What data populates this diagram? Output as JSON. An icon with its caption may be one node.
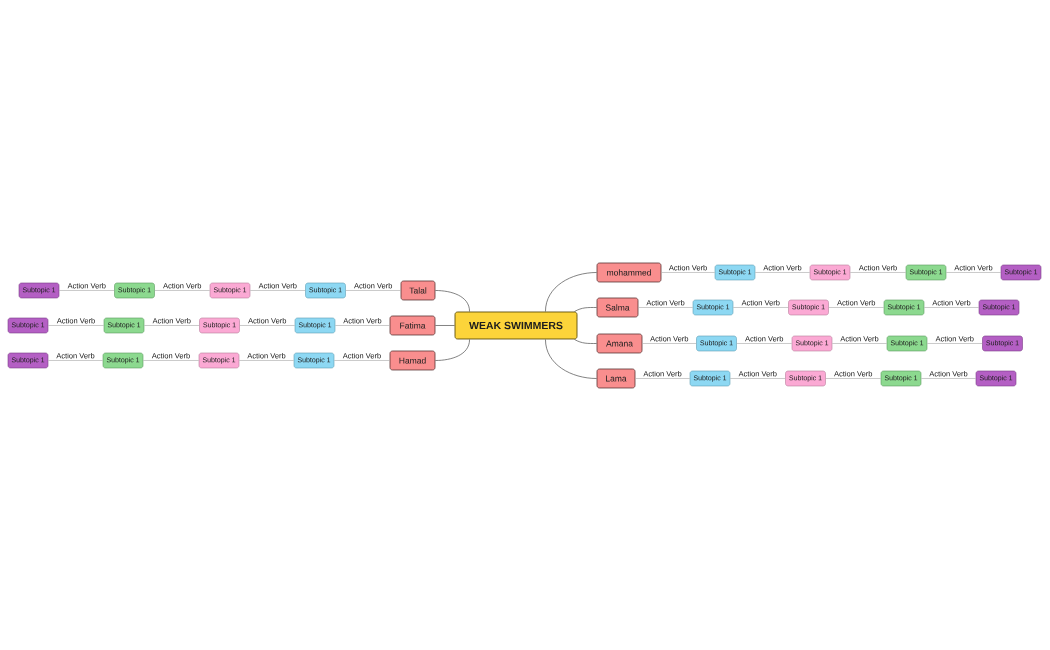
{
  "diagram": {
    "nodes": [
      {
        "text": [
          "WEAK SWIMMERS"
        ]
      },
      {
        "text": [
          "Talal"
        ]
      },
      {
        "text": [
          "Subtopic 1"
        ]
      },
      {
        "text": [
          "Subtopic 1"
        ]
      },
      {
        "text": [
          "Subtopic 1"
        ]
      },
      {
        "text": [
          "Subtopic 1"
        ]
      },
      {
        "text": [
          "Fatima"
        ]
      },
      {
        "text": [
          "Subtopic 1"
        ]
      },
      {
        "text": [
          "Subtopic 1"
        ]
      },
      {
        "text": [
          "Subtopic 1"
        ]
      },
      {
        "text": [
          "Subtopic 1"
        ]
      },
      {
        "text": [
          "Hamad"
        ]
      },
      {
        "text": [
          "Subtopic 1"
        ]
      },
      {
        "text": [
          "Subtopic 1"
        ]
      },
      {
        "text": [
          "Subtopic 1"
        ]
      },
      {
        "text": [
          "Subtopic 1"
        ]
      },
      {
        "text": [
          "mohammed"
        ]
      },
      {
        "text": [
          "Subtopic 1"
        ]
      },
      {
        "text": [
          "Subtopic 1"
        ]
      },
      {
        "text": [
          "Subtopic 1"
        ]
      },
      {
        "text": [
          "Subtopic 1"
        ]
      },
      {
        "text": [
          "Salma"
        ]
      },
      {
        "text": [
          "Subtopic 1"
        ]
      },
      {
        "text": [
          "Subtopic 1"
        ]
      },
      {
        "text": [
          "Subtopic 1"
        ]
      },
      {
        "text": [
          "Subtopic 1"
        ]
      },
      {
        "text": [
          "Amana"
        ]
      },
      {
        "text": [
          "Subtopic 1"
        ]
      },
      {
        "text": [
          "Subtopic 1"
        ]
      },
      {
        "text": [
          "Subtopic 1"
        ]
      },
      {
        "text": [
          "Subtopic 1"
        ]
      },
      {
        "text": [
          "Lama"
        ]
      },
      {
        "text": [
          "Subtopic 1"
        ]
      },
      {
        "text": [
          "Subtopic 1"
        ]
      },
      {
        "text": [
          "Subtopic 1"
        ]
      },
      {
        "text": [
          "Subtopic 1"
        ]
      }
    ],
    "edges": [
      {
        "from": 0,
        "to": 1,
        "arrow": "none",
        "color": "#4d4d4d"
      },
      {
        "from": 1,
        "to": 2,
        "arrow": "none",
        "label": "Action Verb"
      },
      {
        "from": 2,
        "to": 3,
        "arrow": "none",
        "label": "Action Verb"
      },
      {
        "from": 3,
        "to": 4,
        "arrow": "none",
        "label": "Action Verb"
      },
      {
        "from": 4,
        "to": 5,
        "arrow": "none",
        "label": "Action Verb"
      },
      {
        "from": 0,
        "to": 6,
        "arrow": "none",
        "color": "#4d4d4d"
      },
      {
        "from": 6,
        "to": 7,
        "arrow": "none",
        "label": "Action Verb"
      },
      {
        "from": 7,
        "to": 8,
        "arrow": "none",
        "label": "Action Verb"
      },
      {
        "from": 8,
        "to": 9,
        "arrow": "none",
        "label": "Action Verb"
      },
      {
        "from": 9,
        "to": 10,
        "arrow": "none",
        "label": "Action Verb"
      },
      {
        "from": 0,
        "to": 11,
        "arrow": "none",
        "color": "#4d4d4d"
      },
      {
        "from": 11,
        "to": 12,
        "arrow": "none",
        "label": "Action Verb"
      },
      {
        "from": 12,
        "to": 13,
        "arrow": "none",
        "label": "Action Verb"
      },
      {
        "from": 13,
        "to": 14,
        "arrow": "none",
        "label": "Action Verb"
      },
      {
        "from": 14,
        "to": 15,
        "arrow": "none",
        "label": "Action Verb"
      },
      {
        "from": 0,
        "to": 16,
        "arrow": "none",
        "color": "#4d4d4d"
      },
      {
        "from": 16,
        "to": 17,
        "arrow": "none",
        "label": "Action Verb"
      },
      {
        "from": 17,
        "to": 18,
        "arrow": "none",
        "label": "Action Verb"
      },
      {
        "from": 18,
        "to": 19,
        "arrow": "none",
        "label": "Action Verb"
      },
      {
        "from": 19,
        "to": 20,
        "arrow": "none",
        "label": "Action Verb"
      },
      {
        "from": 0,
        "to": 21,
        "arrow": "none",
        "color": "#4d4d4d"
      },
      {
        "from": 21,
        "to": 22,
        "arrow": "none",
        "label": "Action Verb"
      },
      {
        "from": 22,
        "to": 23,
        "arrow": "none",
        "label": "Action Verb"
      },
      {
        "from": 23,
        "to": 24,
        "arrow": "none",
        "label": "Action Verb"
      },
      {
        "from": 24,
        "to": 25,
        "arrow": "none",
        "label": "Action Verb"
      },
      {
        "from": 0,
        "to": 26,
        "arrow": "none",
        "color": "#4d4d4d"
      },
      {
        "from": 26,
        "to": 27,
        "arrow": "none",
        "label": "Action Verb"
      },
      {
        "from": 27,
        "to": 28,
        "arrow": "none",
        "label": "Action Verb"
      },
      {
        "from": 28,
        "to": 29,
        "arrow": "none",
        "label": "Action Verb"
      },
      {
        "from": 29,
        "to": 30,
        "arrow": "none",
        "label": "Action Verb"
      },
      {
        "from": 0,
        "to": 31,
        "arrow": "none",
        "color": "#4d4d4d"
      },
      {
        "from": 31,
        "to": 32,
        "arrow": "none",
        "label": "Action Verb"
      },
      {
        "from": 32,
        "to": 33,
        "arrow": "none",
        "label": "Action Verb"
      },
      {
        "from": 33,
        "to": 34,
        "arrow": "none",
        "label": "Action Verb"
      },
      {
        "from": 34,
        "to": 35,
        "arrow": "none",
        "label": "Action Verb"
      }
    ]
  }
}
